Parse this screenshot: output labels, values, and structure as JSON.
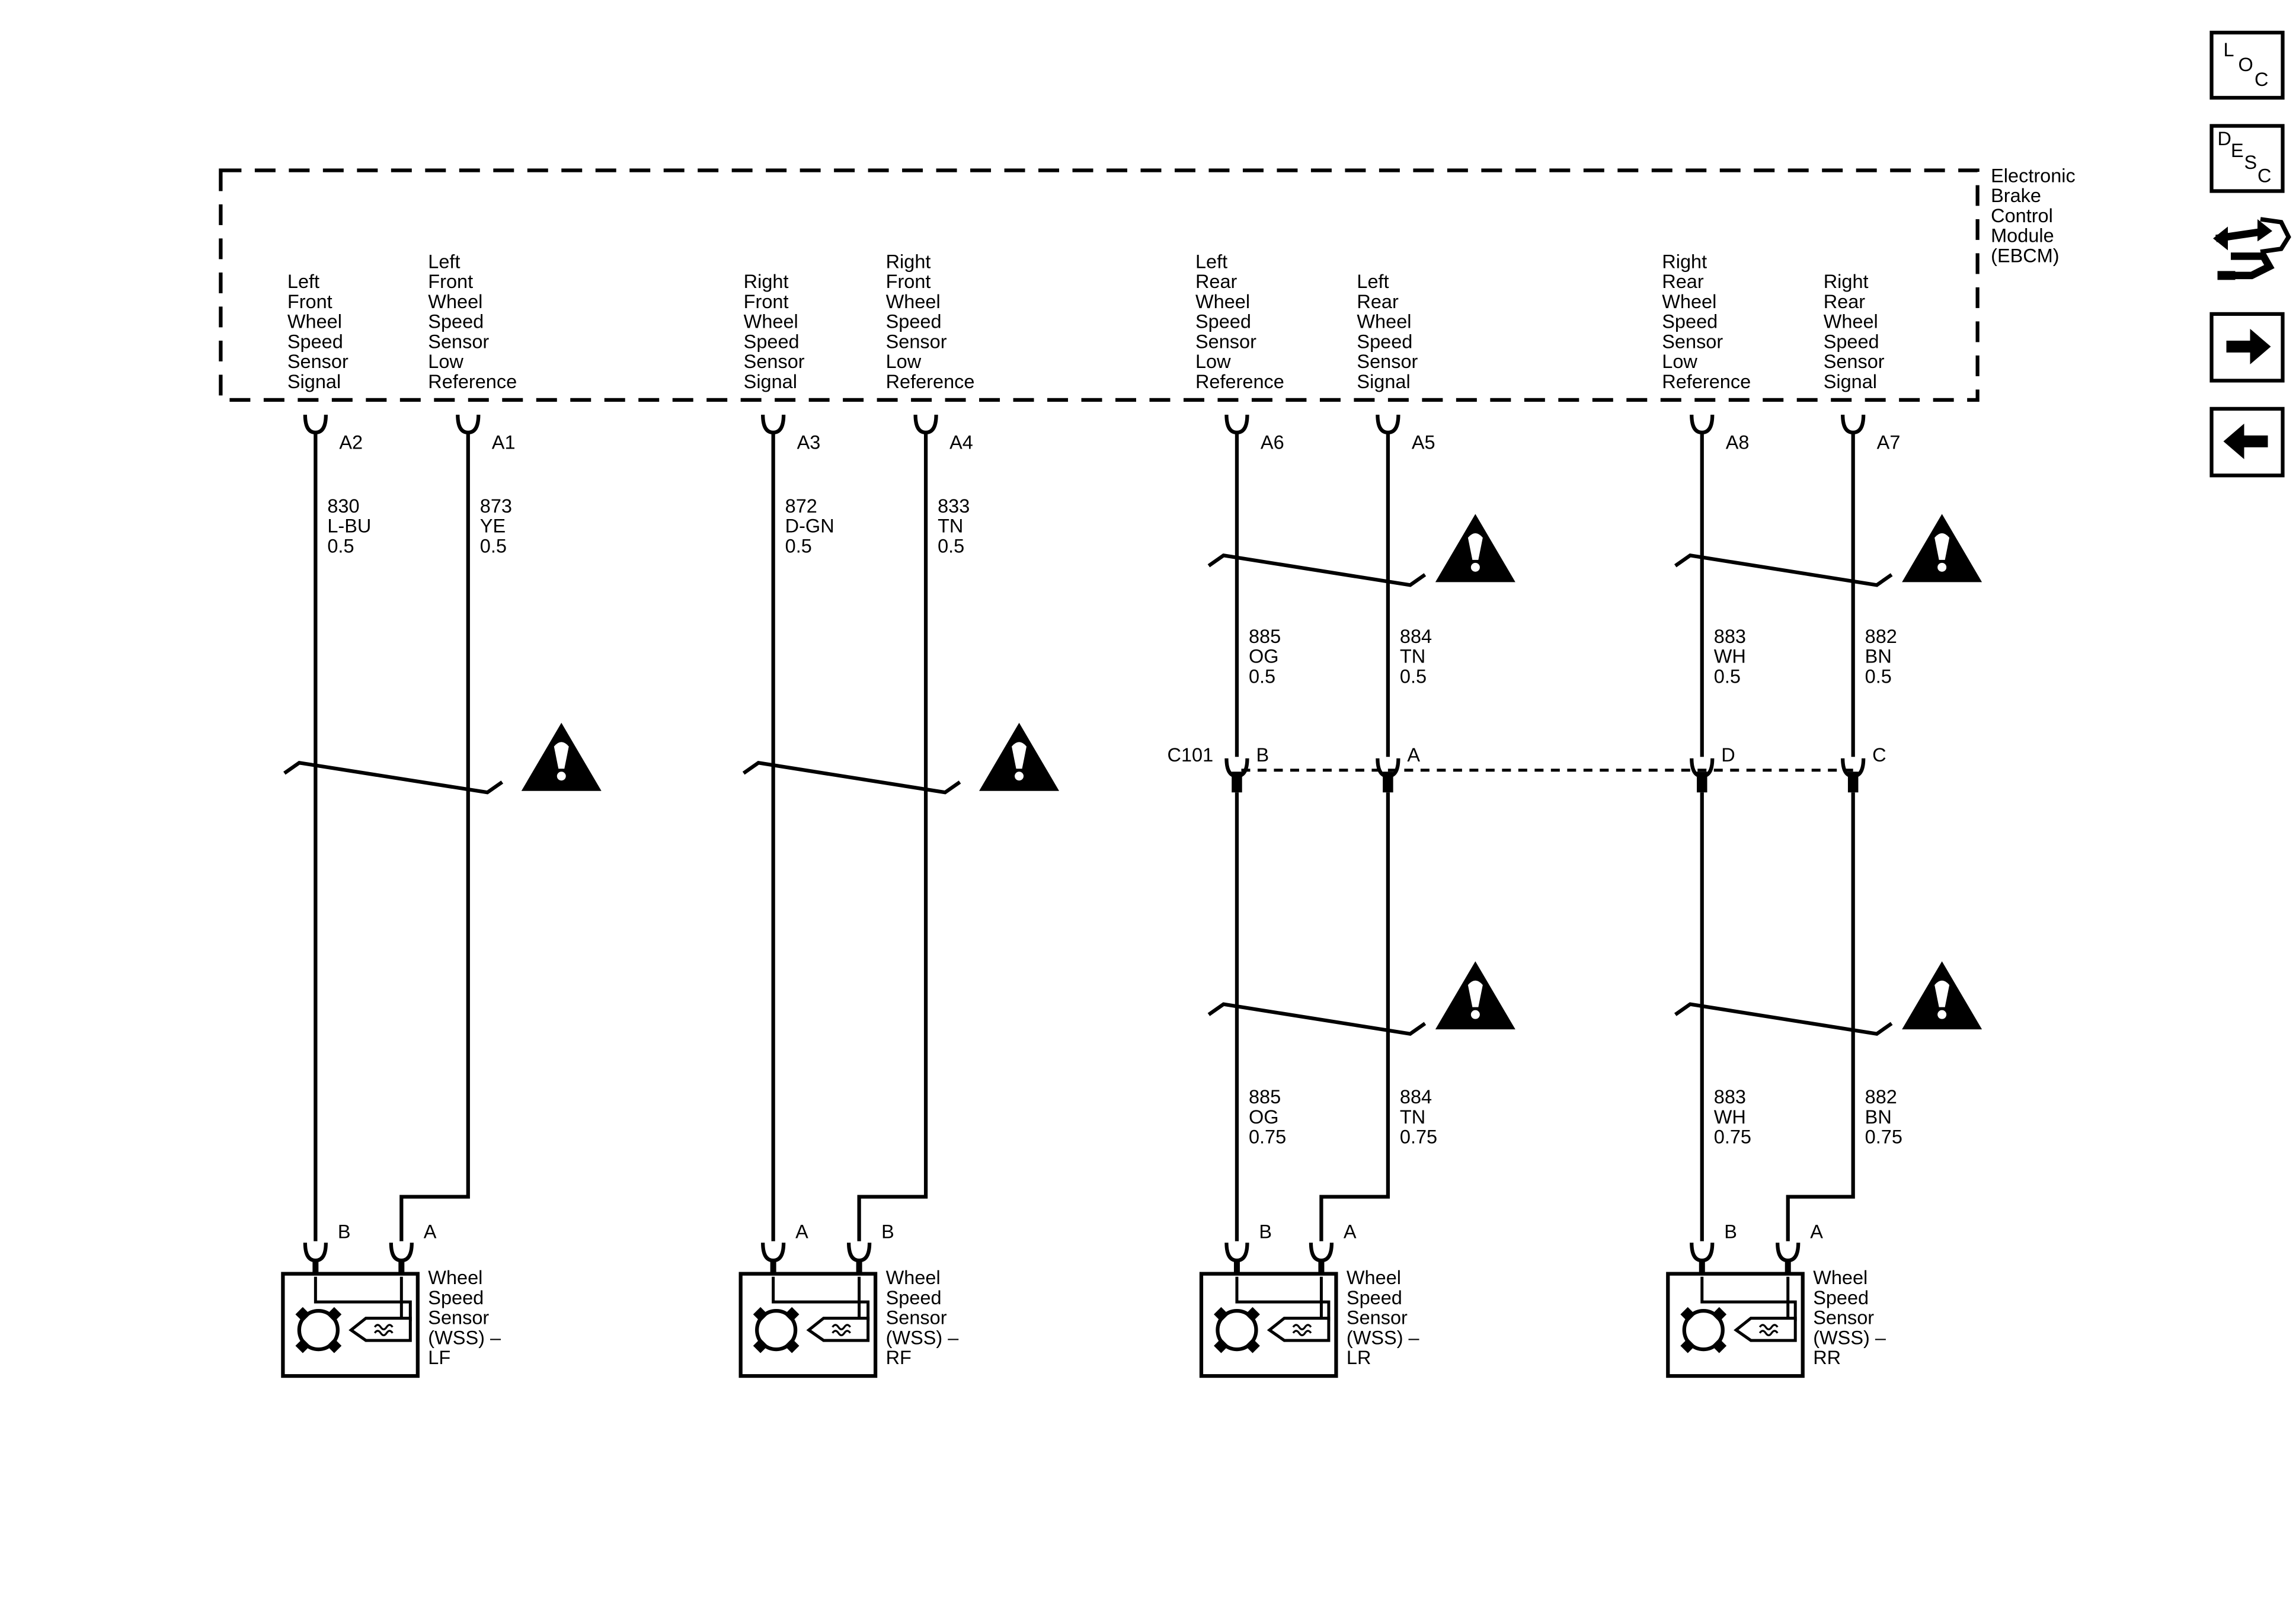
{
  "module": {
    "name_lines": [
      "Electronic",
      "Brake",
      "Control",
      "Module",
      "(EBCM)"
    ]
  },
  "circuits": [
    {
      "id": "lf-signal",
      "function_lines": [
        "Left",
        "Front",
        "Wheel",
        "Speed",
        "Sensor",
        "Signal"
      ],
      "pin": "A2",
      "upper_wire": [
        "830",
        "L-BU",
        "0.5"
      ],
      "sensor_pin": "B"
    },
    {
      "id": "lf-low-ref",
      "function_lines": [
        "Left",
        "Front",
        "Wheel",
        "Speed",
        "Sensor",
        "Low",
        "Reference"
      ],
      "pin": "A1",
      "upper_wire": [
        "873",
        "YE",
        "0.5"
      ],
      "sensor_pin": "A"
    },
    {
      "id": "rf-signal",
      "function_lines": [
        "Right",
        "Front",
        "Wheel",
        "Speed",
        "Sensor",
        "Signal"
      ],
      "pin": "A3",
      "upper_wire": [
        "872",
        "D-GN",
        "0.5"
      ],
      "sensor_pin": "A"
    },
    {
      "id": "rf-low-ref",
      "function_lines": [
        "Right",
        "Front",
        "Wheel",
        "Speed",
        "Sensor",
        "Low",
        "Reference"
      ],
      "pin": "A4",
      "upper_wire": [
        "833",
        "TN",
        "0.5"
      ],
      "sensor_pin": "B"
    },
    {
      "id": "lr-low-ref",
      "function_lines": [
        "Left",
        "Rear",
        "Wheel",
        "Speed",
        "Sensor",
        "Low",
        "Reference"
      ],
      "pin": "A6",
      "upper_wire": [
        "885",
        "OG",
        "0.5"
      ],
      "connector_pin": "B",
      "lower_wire": [
        "885",
        "OG",
        "0.75"
      ],
      "sensor_pin": "B"
    },
    {
      "id": "lr-signal",
      "function_lines": [
        "Left",
        "Rear",
        "Wheel",
        "Speed",
        "Sensor",
        "Signal"
      ],
      "pin": "A5",
      "upper_wire": [
        "884",
        "TN",
        "0.5"
      ],
      "connector_pin": "A",
      "lower_wire": [
        "884",
        "TN",
        "0.75"
      ],
      "sensor_pin": "A"
    },
    {
      "id": "rr-low-ref",
      "function_lines": [
        "Right",
        "Rear",
        "Wheel",
        "Speed",
        "Sensor",
        "Low",
        "Reference"
      ],
      "pin": "A8",
      "upper_wire": [
        "883",
        "WH",
        "0.5"
      ],
      "connector_pin": "D",
      "lower_wire": [
        "883",
        "WH",
        "0.75"
      ],
      "sensor_pin": "B"
    },
    {
      "id": "rr-signal",
      "function_lines": [
        "Right",
        "Rear",
        "Wheel",
        "Speed",
        "Sensor",
        "Signal"
      ],
      "pin": "A7",
      "upper_wire": [
        "882",
        "BN",
        "0.5"
      ],
      "connector_pin": "C",
      "lower_wire": [
        "882",
        "BN",
        "0.75"
      ],
      "sensor_pin": "A"
    }
  ],
  "connector": {
    "label": "C101"
  },
  "sensors": [
    {
      "id": "lf",
      "name_lines": [
        "Wheel",
        "Speed",
        "Sensor",
        "(WSS) –",
        "LF"
      ]
    },
    {
      "id": "rf",
      "name_lines": [
        "Wheel",
        "Speed",
        "Sensor",
        "(WSS) –",
        "RF"
      ]
    },
    {
      "id": "lr",
      "name_lines": [
        "Wheel",
        "Speed",
        "Sensor",
        "(WSS) –",
        "LR"
      ]
    },
    {
      "id": "rr",
      "name_lines": [
        "Wheel",
        "Speed",
        "Sensor",
        "(WSS) –",
        "RR"
      ]
    }
  ],
  "nav": {
    "loc": {
      "chars": [
        "L",
        "O",
        "C"
      ],
      "icon": "location-icon"
    },
    "desc": {
      "chars": [
        "D",
        "E",
        "S",
        "C"
      ],
      "icon": "description-icon"
    },
    "connector_icon": "connector-harness-icon",
    "next_icon": "arrow-right-icon",
    "prev_icon": "arrow-left-icon"
  }
}
